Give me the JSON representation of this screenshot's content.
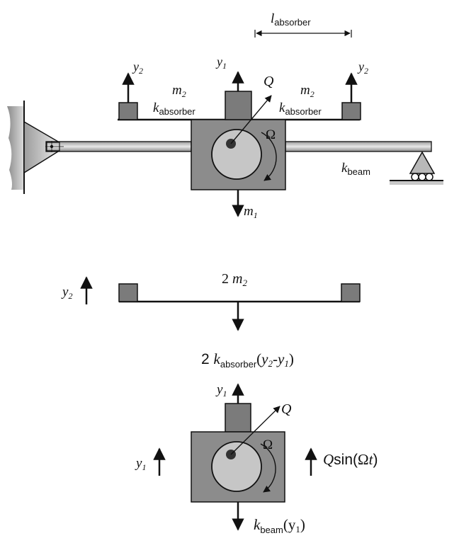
{
  "labels": {
    "l_absorber": {
      "main": "l",
      "sub": "absorber"
    },
    "y2_left_top": {
      "main": "y",
      "sub": "2"
    },
    "y1_top": {
      "main": "y",
      "sub": "1"
    },
    "y2_right_top": {
      "main": "y",
      "sub": "2"
    },
    "m2_left": {
      "main": "m",
      "sub": "2"
    },
    "m2_right": {
      "main": "m",
      "sub": "2"
    },
    "k_absorber_left": {
      "main": "k",
      "sub": "absorber"
    },
    "k_absorber_right": {
      "main": "k",
      "sub": "absorber"
    },
    "q_top": "Q",
    "omega_top": "Ω",
    "k_beam_top": {
      "main": "k",
      "sub": "beam"
    },
    "m1": {
      "main": "m",
      "sub": "1"
    },
    "y2_fbd": {
      "main": "y",
      "sub": "2"
    },
    "two_m2": {
      "prefix": "2 ",
      "main": "m",
      "sub": "2"
    },
    "force_absorber": {
      "prefix": "2 ",
      "k": "k",
      "ksub": "absorber",
      "open": "(",
      "ya": "y",
      "yasub": "2",
      "minus": "-",
      "yb": "y",
      "ybsub": "1",
      "close": ")"
    },
    "y1_fbd_top": {
      "main": "y",
      "sub": "1"
    },
    "q_fbd": "Q",
    "omega_fbd": "Ω",
    "y1_fbd_left": {
      "main": "y",
      "sub": "1"
    },
    "forcing": {
      "q": "Q",
      "sin": "sin(",
      "omega": "Ω",
      "t": "t",
      "close": ")"
    },
    "force_beam": {
      "k": "k",
      "ksub": "beam",
      "rest": "(y",
      "sub": "1",
      "close": ")"
    }
  },
  "colors": {
    "block": "#8c8c8c",
    "block_dark": "#6f6f6f",
    "disc": "#c4c4c4",
    "line": "#111111",
    "wall": "#b5b5b5"
  }
}
